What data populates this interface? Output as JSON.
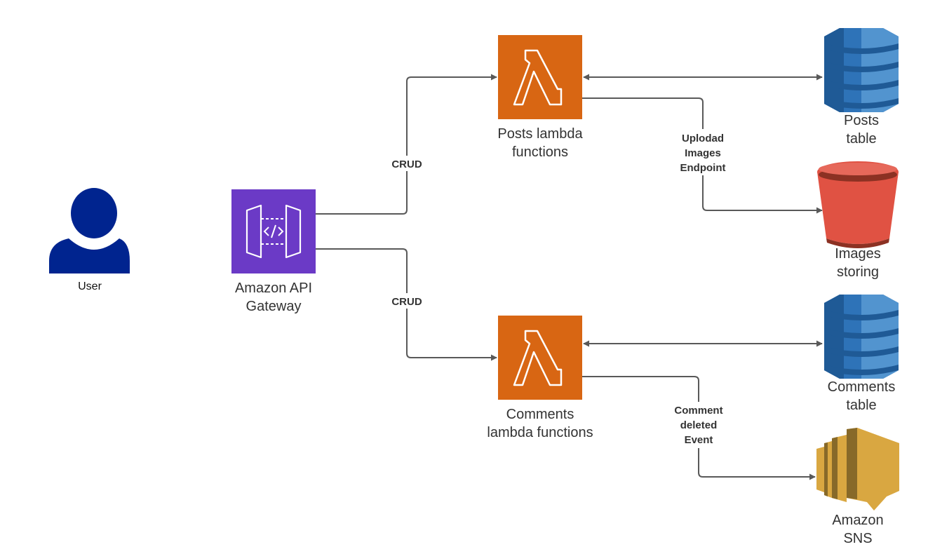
{
  "nodes": {
    "user": {
      "label": "User"
    },
    "api_gateway": {
      "label_lines": [
        "Amazon API",
        "Gateway"
      ]
    },
    "posts_lambda": {
      "label_lines": [
        "Posts lambda",
        "functions"
      ]
    },
    "comments_lambda": {
      "label_lines": [
        "Comments",
        "lambda functions"
      ]
    },
    "posts_table": {
      "label_lines": [
        "Posts",
        "table"
      ]
    },
    "images_storing": {
      "label_lines": [
        "Images",
        "storing"
      ]
    },
    "comments_table": {
      "label_lines": [
        "Comments",
        "table"
      ]
    },
    "amazon_sns": {
      "label_lines": [
        "Amazon",
        "SNS"
      ]
    }
  },
  "edges": {
    "gateway_to_posts": {
      "label": "CRUD"
    },
    "gateway_to_comments": {
      "label": "CRUD"
    },
    "posts_to_images": {
      "label_lines": [
        "Uplodad",
        "Images",
        "Endpoint"
      ]
    },
    "comments_to_sns": {
      "label_lines": [
        "Comment",
        "deleted",
        "Event"
      ]
    }
  },
  "colors": {
    "user": "#00248f",
    "api_gateway": "#6b3ac6",
    "lambda": "#d86613",
    "dynamodb_dark": "#1f5a96",
    "dynamodb_mid": "#2e73b8",
    "dynamodb_light": "#5294cf",
    "s3_red": "#e05243",
    "s3_dark": "#8c3123",
    "sns_gold": "#d9a741",
    "sns_dark": "#876929",
    "connector": "#595959"
  }
}
